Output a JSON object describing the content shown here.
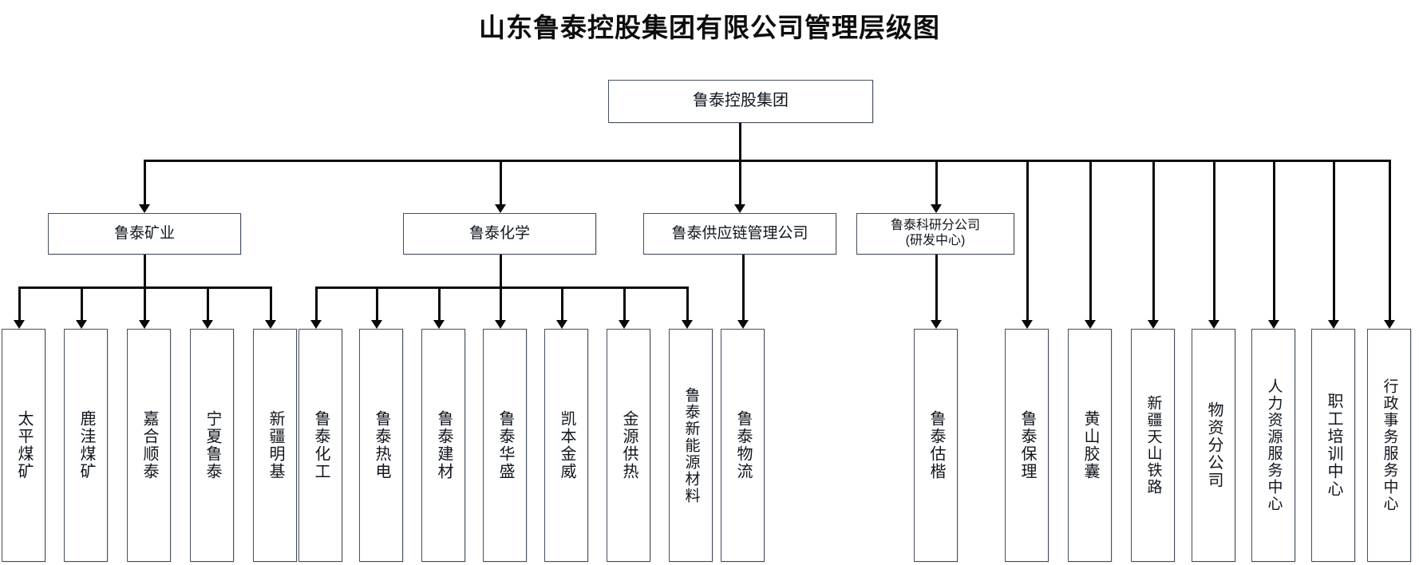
{
  "title": "山东鲁泰控股集团有限公司管理层级图",
  "theme": {
    "background": "#ffffff",
    "box_border": "#45505e",
    "connector": "#0a0a0a",
    "text": "#10161d",
    "title_color": "#0d0d0d"
  },
  "root": {
    "label": "鲁泰控股集团"
  },
  "divisions": [
    {
      "id": "mining",
      "label": "鲁泰矿业"
    },
    {
      "id": "chem",
      "label": "鲁泰化学"
    },
    {
      "id": "supply",
      "label": "鲁泰供应链管理公司"
    },
    {
      "id": "rnd",
      "label": "鲁泰科研分公司\n(研发中心)"
    }
  ],
  "leaves": {
    "mining": [
      {
        "label": "太平煤矿"
      },
      {
        "label": "鹿洼煤矿"
      },
      {
        "label": "嘉合顺泰"
      },
      {
        "label": "宁夏鲁泰"
      },
      {
        "label": "新疆明基"
      }
    ],
    "chem": [
      {
        "label": "鲁泰化工"
      },
      {
        "label": "鲁泰热电"
      },
      {
        "label": "鲁泰建材"
      },
      {
        "label": "鲁泰华盛"
      },
      {
        "label": "凯本金威"
      },
      {
        "label": "金源供热"
      },
      {
        "label": "鲁泰新能源材料"
      }
    ],
    "supply": [
      {
        "label": "鲁泰物流"
      }
    ],
    "rnd": [
      {
        "label": "鲁泰估楷"
      }
    ],
    "direct": [
      {
        "label": "鲁泰保理"
      },
      {
        "label": "黄山胶囊"
      },
      {
        "label": "新疆天山铁路"
      },
      {
        "label": "物资分公司"
      },
      {
        "label": "人力资源服务中心"
      },
      {
        "label": "职工培训中心"
      },
      {
        "label": "行政事务服务中心"
      }
    ]
  }
}
